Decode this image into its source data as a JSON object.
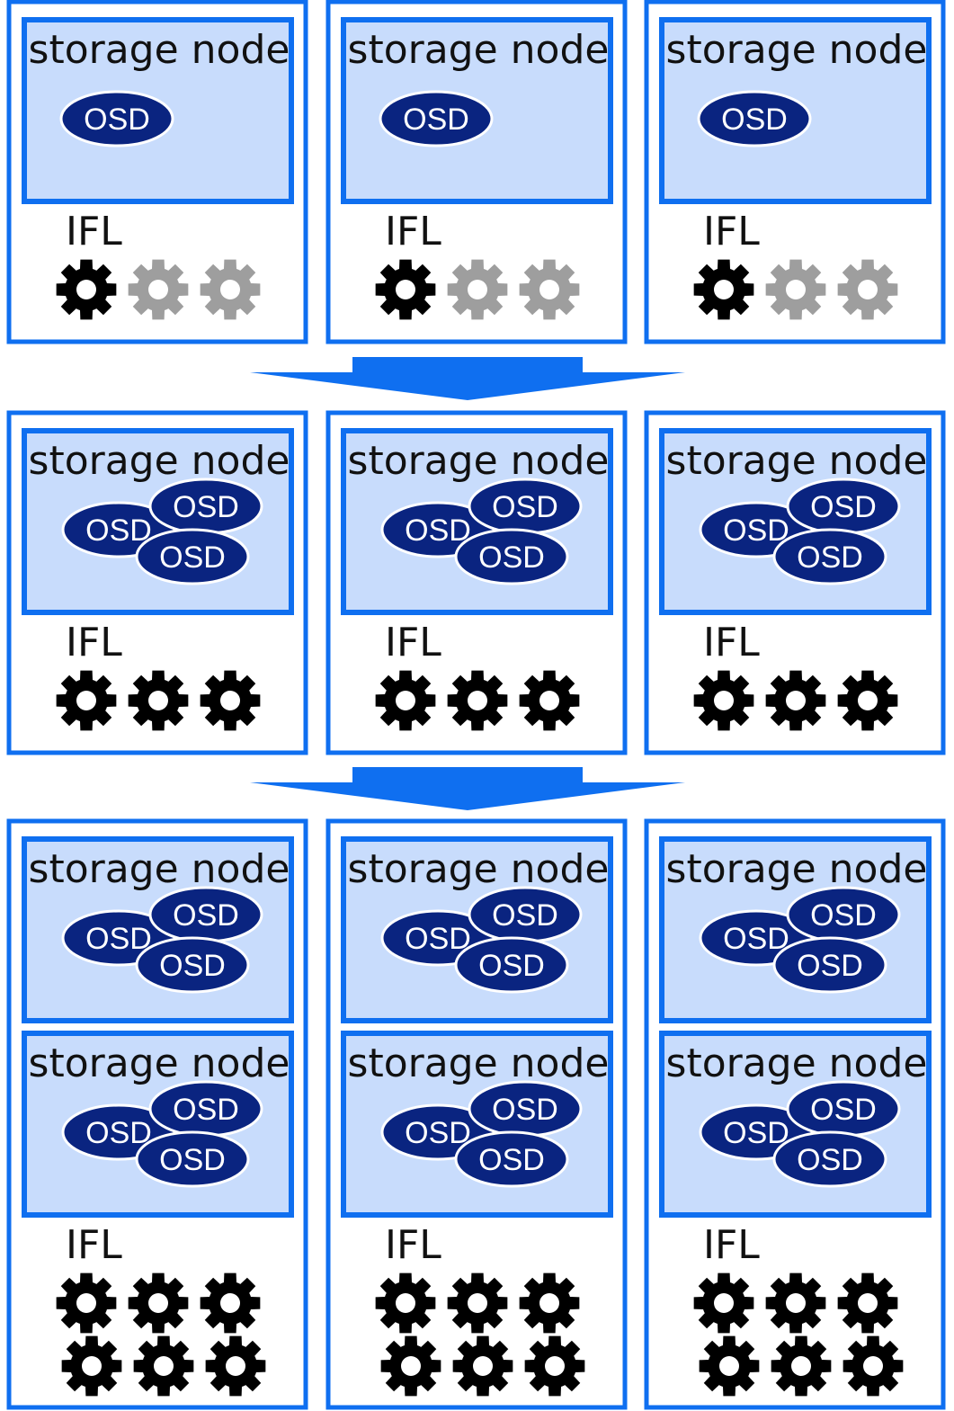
{
  "colors": {
    "frame_border": "#0f6ff0",
    "storage_fill": "#c8dcfc",
    "osd_fill": "#0a2480",
    "osd_text": "#ffffff",
    "gear_active": "#000000",
    "gear_inactive": "#9e9e9e",
    "arrow": "#0f6ff0"
  },
  "icons": {
    "gear": "gear-icon",
    "osd": "osd-disk-icon",
    "arrow": "down-arrow-icon"
  },
  "stages": [
    {
      "columns": [
        {
          "storage_nodes": [
            {
              "label": "storage node",
              "osds": [
                "OSD"
              ]
            }
          ],
          "ifl_label": "IFL",
          "ifls_active": 1,
          "ifls_total": 3
        },
        {
          "storage_nodes": [
            {
              "label": "storage node",
              "osds": [
                "OSD"
              ]
            }
          ],
          "ifl_label": "IFL",
          "ifls_active": 1,
          "ifls_total": 3
        },
        {
          "storage_nodes": [
            {
              "label": "storage node",
              "osds": [
                "OSD"
              ]
            }
          ],
          "ifl_label": "IFL",
          "ifls_active": 1,
          "ifls_total": 3
        }
      ]
    },
    {
      "columns": [
        {
          "storage_nodes": [
            {
              "label": "storage node",
              "osds": [
                "OSD",
                "OSD",
                "OSD"
              ]
            }
          ],
          "ifl_label": "IFL",
          "ifls_active": 3,
          "ifls_total": 3
        },
        {
          "storage_nodes": [
            {
              "label": "storage node",
              "osds": [
                "OSD",
                "OSD",
                "OSD"
              ]
            }
          ],
          "ifl_label": "IFL",
          "ifls_active": 3,
          "ifls_total": 3
        },
        {
          "storage_nodes": [
            {
              "label": "storage node",
              "osds": [
                "OSD",
                "OSD",
                "OSD"
              ]
            }
          ],
          "ifl_label": "IFL",
          "ifls_active": 3,
          "ifls_total": 3
        }
      ]
    },
    {
      "columns": [
        {
          "storage_nodes": [
            {
              "label": "storage node",
              "osds": [
                "OSD",
                "OSD",
                "OSD"
              ]
            },
            {
              "label": "storage node",
              "osds": [
                "OSD",
                "OSD",
                "OSD"
              ]
            }
          ],
          "ifl_label": "IFL",
          "ifls_active": 6,
          "ifls_total": 6
        },
        {
          "storage_nodes": [
            {
              "label": "storage node",
              "osds": [
                "OSD",
                "OSD",
                "OSD"
              ]
            },
            {
              "label": "storage node",
              "osds": [
                "OSD",
                "OSD",
                "OSD"
              ]
            }
          ],
          "ifl_label": "IFL",
          "ifls_active": 6,
          "ifls_total": 6
        },
        {
          "storage_nodes": [
            {
              "label": "storage node",
              "osds": [
                "OSD",
                "OSD",
                "OSD"
              ]
            },
            {
              "label": "storage node",
              "osds": [
                "OSD",
                "OSD",
                "OSD"
              ]
            }
          ],
          "ifl_label": "IFL",
          "ifls_active": 6,
          "ifls_total": 6
        }
      ]
    }
  ]
}
